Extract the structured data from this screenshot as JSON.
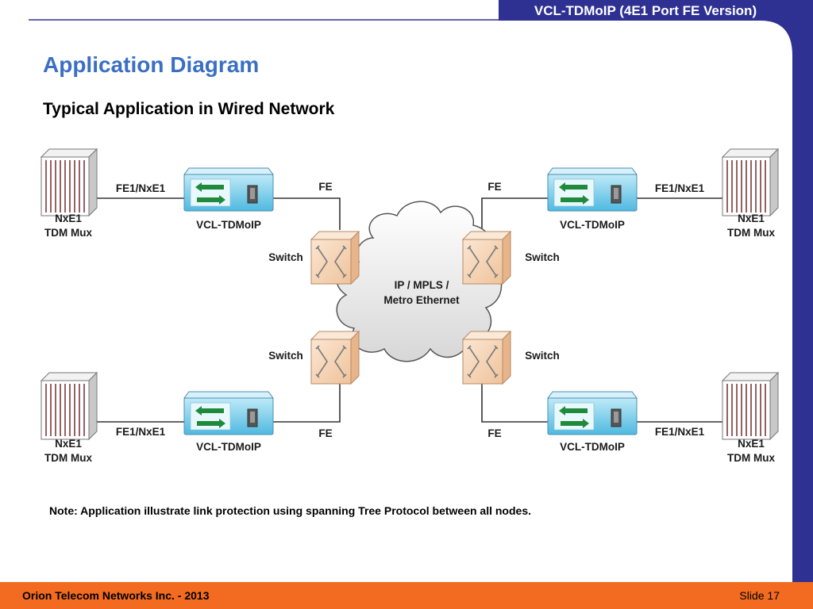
{
  "header": {
    "title": "VCL-TDMoIP (4E1 Port FE Version)"
  },
  "slide": {
    "title": "Application Diagram",
    "subtitle": "Typical Application in Wired Network",
    "note": "Note: Application illustrate link protection using spanning Tree Protocol between all nodes."
  },
  "diagram": {
    "cloud_line1": "IP / MPLS /",
    "cloud_line2": "Metro Ethernet",
    "nodes": {
      "tl": {
        "mux_line1": "NxE1",
        "mux_line2": "TDM Mux",
        "mux_link": "FE1/NxE1",
        "device": "VCL-TDMoIP",
        "fe": "FE",
        "switch": "Switch"
      },
      "tr": {
        "mux_line1": "NxE1",
        "mux_line2": "TDM Mux",
        "mux_link": "FE1/NxE1",
        "device": "VCL-TDMoIP",
        "fe": "FE",
        "switch": "Switch"
      },
      "bl": {
        "mux_line1": "NxE1",
        "mux_line2": "TDM Mux",
        "mux_link": "FE1/NxE1",
        "device": "VCL-TDMoIP",
        "fe": "FE",
        "switch": "Switch"
      },
      "br": {
        "mux_line1": "NxE1",
        "mux_line2": "TDM Mux",
        "mux_link": "FE1/NxE1",
        "device": "VCL-TDMoIP",
        "fe": "FE",
        "switch": "Switch"
      }
    }
  },
  "footer": {
    "company": "Orion Telecom Networks Inc. - 2013",
    "slide_number": "Slide 17"
  },
  "colors": {
    "accent_blue": "#2e3192",
    "title_blue": "#3a6fc4",
    "footer_orange": "#f26b21",
    "switch_fill": "#f7d9bd",
    "device_fill": "#7fd0ec",
    "arrow_green": "#1f8a3b"
  }
}
